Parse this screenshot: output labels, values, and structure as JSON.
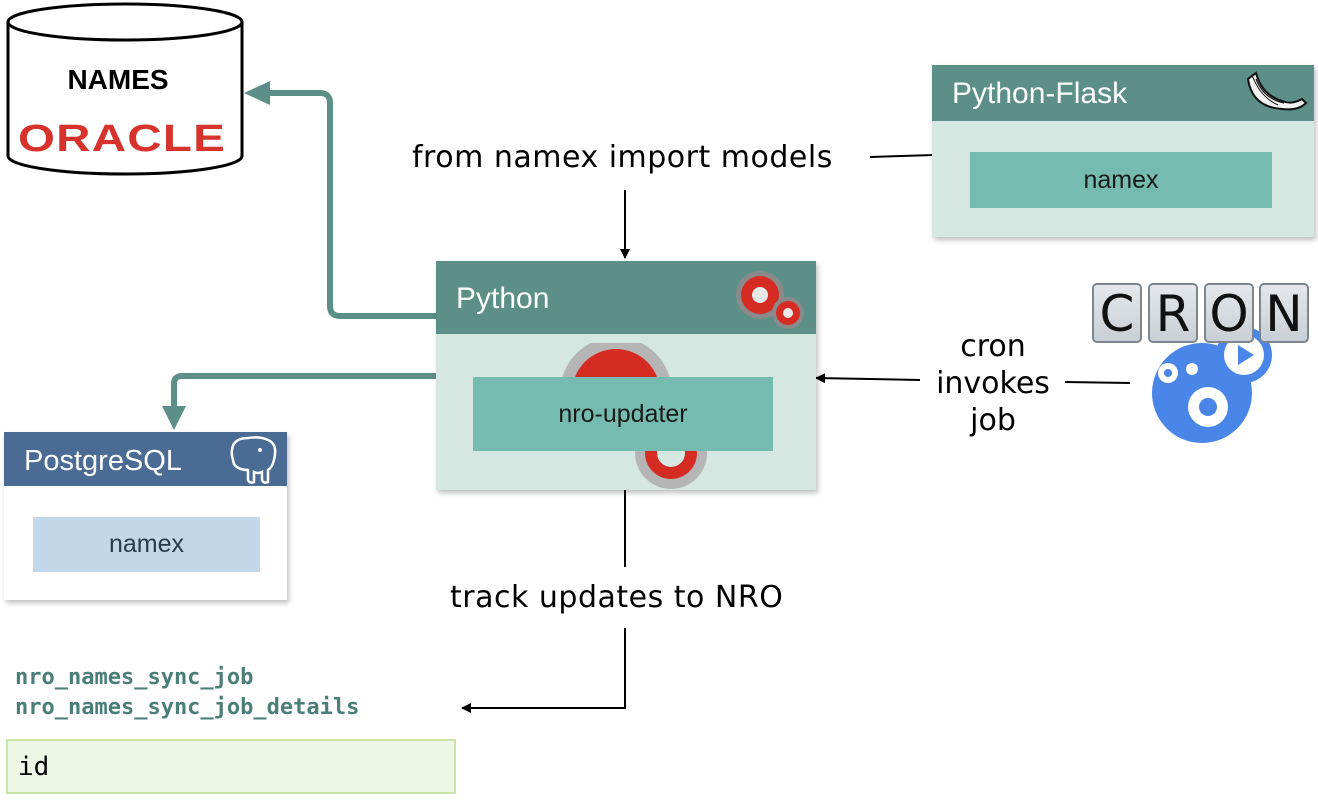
{
  "database": {
    "title": "NAMES",
    "vendor": "ORACLE"
  },
  "flask_box": {
    "title": "Python-Flask",
    "module": "namex",
    "header_color": "#5b8f87",
    "body_color": "#d5e7e1",
    "inner_color": "#75bbaf",
    "logo_icon": "flask-horn-icon"
  },
  "python_box": {
    "title": "Python",
    "job": "nro-updater",
    "header_color": "#5b8f87",
    "body_color": "#d5e7e1",
    "inner_color": "#75bbaf",
    "icon": "gears-icon"
  },
  "postgres_box": {
    "title": "PostgreSQL",
    "schema": "namex",
    "header_color": "#4a6b94",
    "inner_color": "#c3d7ea",
    "icon": "elephant-icon"
  },
  "labels": {
    "import": "from namex import models",
    "cron_line1": "cron",
    "cron_line2": "invokes",
    "cron_line3": "job",
    "track": "track updates to NRO"
  },
  "cron_logo": {
    "letters": [
      "C",
      "R",
      "O",
      "N"
    ],
    "gear_color": "#4a86e8",
    "icon": "cron-gears-icon"
  },
  "tables": {
    "name1": "nro_names_sync_job",
    "name2": "nro_names_sync_job_details",
    "column": "id"
  },
  "connector_color": "#5b8f87"
}
